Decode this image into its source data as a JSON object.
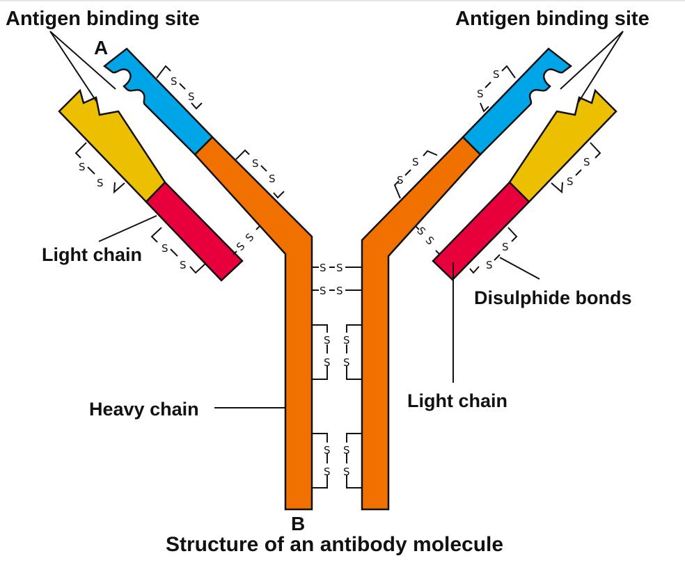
{
  "diagram": {
    "title": "Structure of an antibody molecule",
    "labels": {
      "antigen_binding_site_left": "Antigen binding site",
      "antigen_binding_site_right": "Antigen binding site",
      "light_chain_left": "Light chain",
      "light_chain_right": "Light chain",
      "heavy_chain": "Heavy chain",
      "disulphide_bonds": "Disulphide bonds",
      "marker_a": "A",
      "marker_b": "B"
    },
    "bond_symbol": "S",
    "colors": {
      "heavy_constant": "#f07000",
      "heavy_variable": "#00a5e8",
      "light_variable": "#ecc000",
      "light_constant": "#e8003c",
      "outline": "#111111"
    }
  }
}
